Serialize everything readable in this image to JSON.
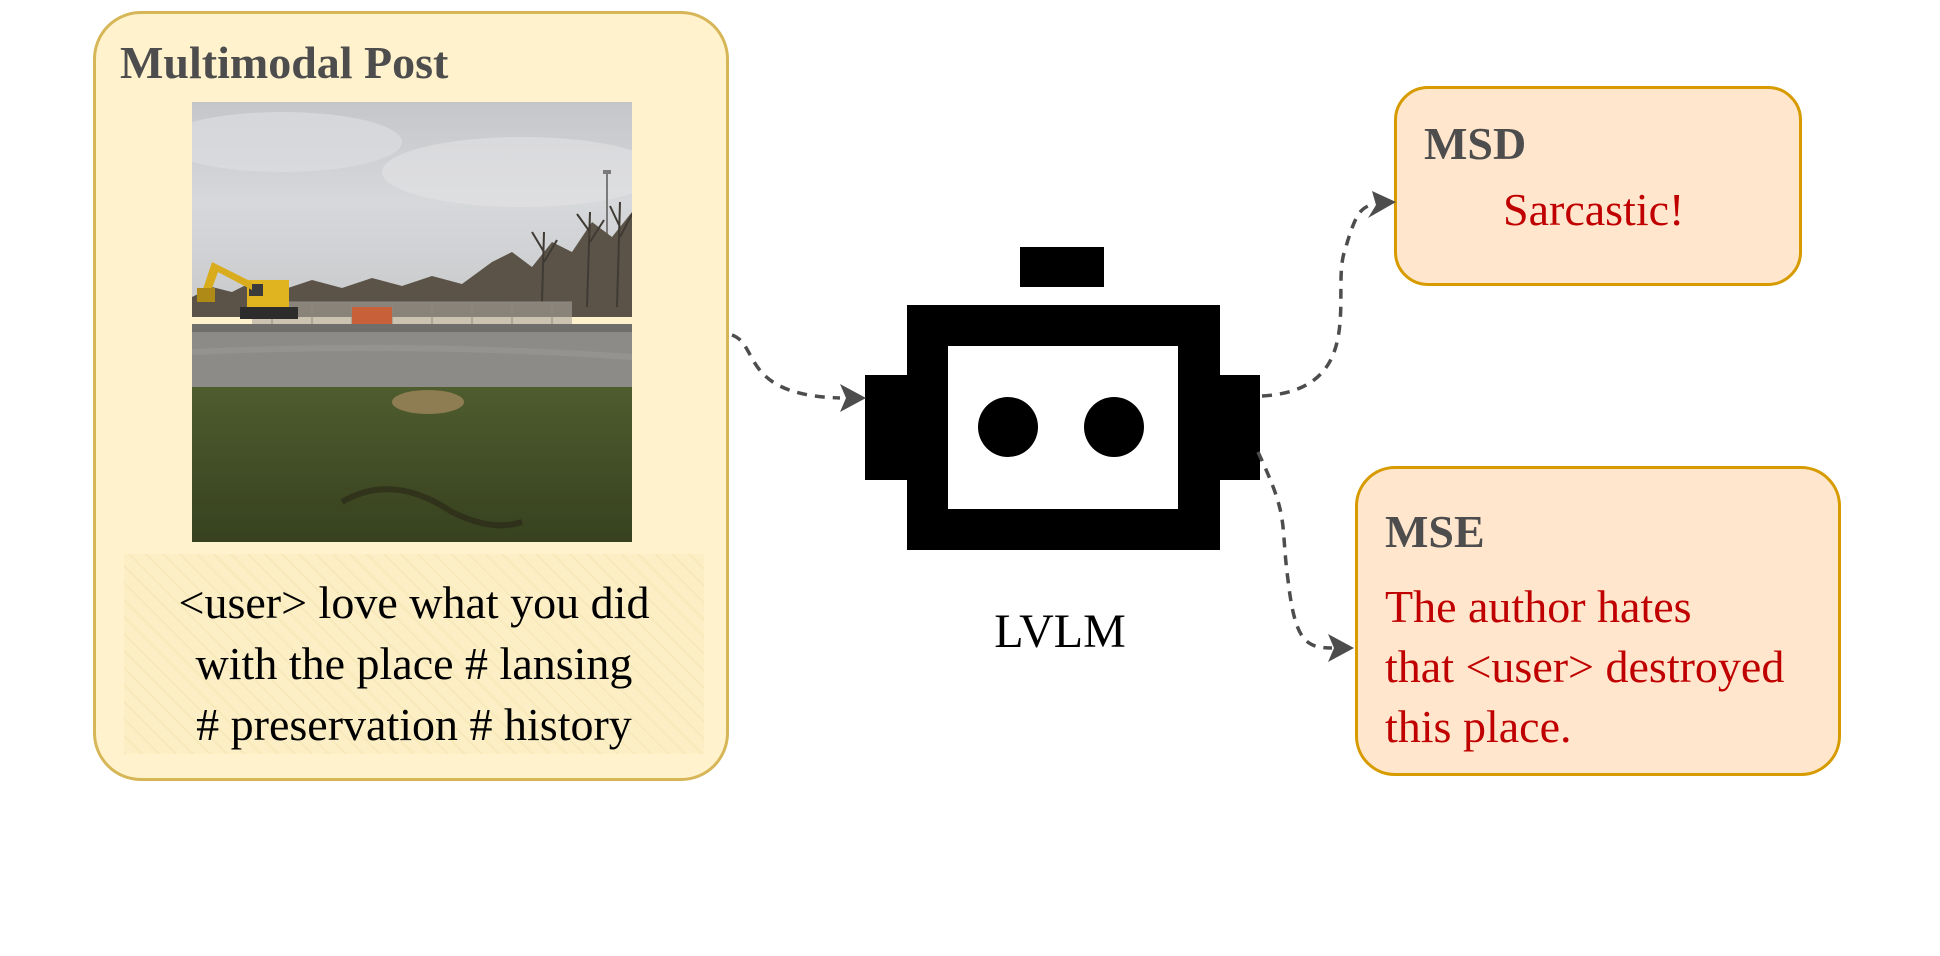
{
  "post": {
    "title": "Multimodal Post",
    "text_lines": [
      "<user> love what you did",
      "with the place # lansing",
      "# preservation # history"
    ]
  },
  "model": {
    "label": "LVLM",
    "icon": "robot-icon"
  },
  "outputs": {
    "msd": {
      "title": "MSD",
      "answer": "Sarcastic!"
    },
    "mse": {
      "title": "MSE",
      "answer_lines": [
        "The author hates",
        "that <user> destroyed",
        "this place."
      ]
    }
  },
  "colors": {
    "post_fill": "#fff2cc",
    "post_border": "#d6b656",
    "output_fill": "#ffe6cc",
    "output_border": "#d79b00",
    "answer_text": "#c00000",
    "title_text": "#4d4d4d",
    "arrow": "#4d4d4d"
  }
}
